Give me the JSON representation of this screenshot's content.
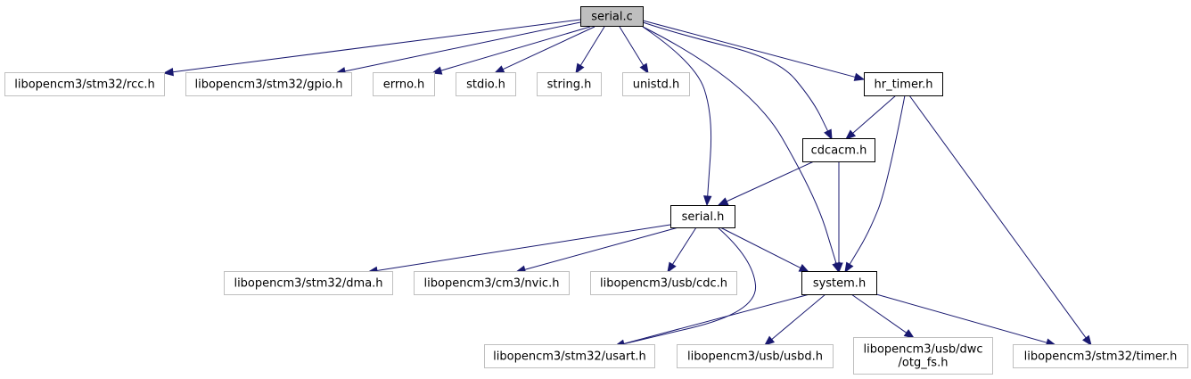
{
  "diagram": {
    "nodes": [
      {
        "id": "serial_c",
        "lines": [
          "serial.c"
        ],
        "style": "root"
      },
      {
        "id": "rcc",
        "lines": [
          "libopencm3/stm32/rcc.h"
        ],
        "style": "external"
      },
      {
        "id": "gpio",
        "lines": [
          "libopencm3/stm32/gpio.h"
        ],
        "style": "external"
      },
      {
        "id": "errno",
        "lines": [
          "errno.h"
        ],
        "style": "external"
      },
      {
        "id": "stdio",
        "lines": [
          "stdio.h"
        ],
        "style": "external"
      },
      {
        "id": "string",
        "lines": [
          "string.h"
        ],
        "style": "external"
      },
      {
        "id": "unistd",
        "lines": [
          "unistd.h"
        ],
        "style": "external"
      },
      {
        "id": "hr_timer",
        "lines": [
          "hr_timer.h"
        ],
        "style": "project"
      },
      {
        "id": "cdcacm",
        "lines": [
          "cdcacm.h"
        ],
        "style": "project"
      },
      {
        "id": "serial_h",
        "lines": [
          "serial.h"
        ],
        "style": "project"
      },
      {
        "id": "system",
        "lines": [
          "system.h"
        ],
        "style": "project"
      },
      {
        "id": "dma",
        "lines": [
          "libopencm3/stm32/dma.h"
        ],
        "style": "external"
      },
      {
        "id": "nvic",
        "lines": [
          "libopencm3/cm3/nvic.h"
        ],
        "style": "external"
      },
      {
        "id": "cdc",
        "lines": [
          "libopencm3/usb/cdc.h"
        ],
        "style": "external"
      },
      {
        "id": "usart",
        "lines": [
          "libopencm3/stm32/usart.h"
        ],
        "style": "external"
      },
      {
        "id": "usbd",
        "lines": [
          "libopencm3/usb/usbd.h"
        ],
        "style": "external"
      },
      {
        "id": "otg",
        "lines": [
          "libopencm3/usb/dwc",
          "/otg_fs.h"
        ],
        "style": "external"
      },
      {
        "id": "timer",
        "lines": [
          "libopencm3/stm32/timer.h"
        ],
        "style": "external"
      }
    ],
    "edges": [
      [
        "serial_c",
        "rcc"
      ],
      [
        "serial_c",
        "gpio"
      ],
      [
        "serial_c",
        "errno"
      ],
      [
        "serial_c",
        "stdio"
      ],
      [
        "serial_c",
        "string"
      ],
      [
        "serial_c",
        "unistd"
      ],
      [
        "serial_c",
        "hr_timer"
      ],
      [
        "serial_c",
        "cdcacm"
      ],
      [
        "serial_c",
        "serial_h"
      ],
      [
        "serial_c",
        "system"
      ],
      [
        "hr_timer",
        "cdcacm"
      ],
      [
        "hr_timer",
        "system"
      ],
      [
        "hr_timer",
        "timer"
      ],
      [
        "cdcacm",
        "serial_h"
      ],
      [
        "cdcacm",
        "system"
      ],
      [
        "serial_h",
        "dma"
      ],
      [
        "serial_h",
        "nvic"
      ],
      [
        "serial_h",
        "cdc"
      ],
      [
        "serial_h",
        "system"
      ],
      [
        "serial_h",
        "usart"
      ],
      [
        "system",
        "usart"
      ],
      [
        "system",
        "usbd"
      ],
      [
        "system",
        "otg"
      ],
      [
        "system",
        "timer"
      ]
    ],
    "colors": {
      "root_fill": "#bfbfbf",
      "project_stroke": "#000000",
      "external_stroke": "#bfbfbf",
      "edge": "#191970"
    }
  }
}
